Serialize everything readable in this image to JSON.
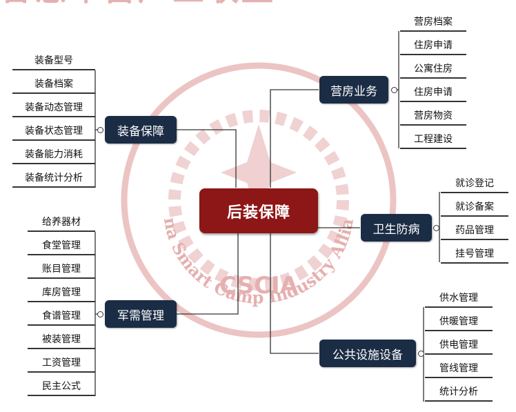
{
  "watermark": {
    "cn_text": "智慧军营产业联盟",
    "en_text": "China Smart Camp Industry Alliance",
    "abbr": "CSCIA",
    "color": "#e8b3b3"
  },
  "root": {
    "label": "后装保障"
  },
  "branches": {
    "equipment": {
      "label": "装备保障",
      "items": [
        "装备型号",
        "装备档案",
        "装备动态管理",
        "装备状态管理",
        "装备能力消耗",
        "装备统计分析"
      ]
    },
    "supply": {
      "label": "军需管理",
      "items": [
        "给养器材",
        "食堂管理",
        "账目管理",
        "库房管理",
        "食谱管理",
        "被装管理",
        "工资管理",
        "民主公式"
      ]
    },
    "barracks": {
      "label": "营房业务",
      "items": [
        "营房档案",
        "住房申请",
        "公寓住房",
        "住房申请",
        "营房物资",
        "工程建设"
      ]
    },
    "health": {
      "label": "卫生防病",
      "items": [
        "就诊登记",
        "就诊备案",
        "药品管理",
        "挂号管理"
      ]
    },
    "facilities": {
      "label": "公共设施设备",
      "items": [
        "供水管理",
        "供暖管理",
        "供电管理",
        "管线管理",
        "统计分析"
      ]
    }
  },
  "colors": {
    "root": "#8d1616",
    "branch": "#1b2c45",
    "line": "#333333"
  }
}
